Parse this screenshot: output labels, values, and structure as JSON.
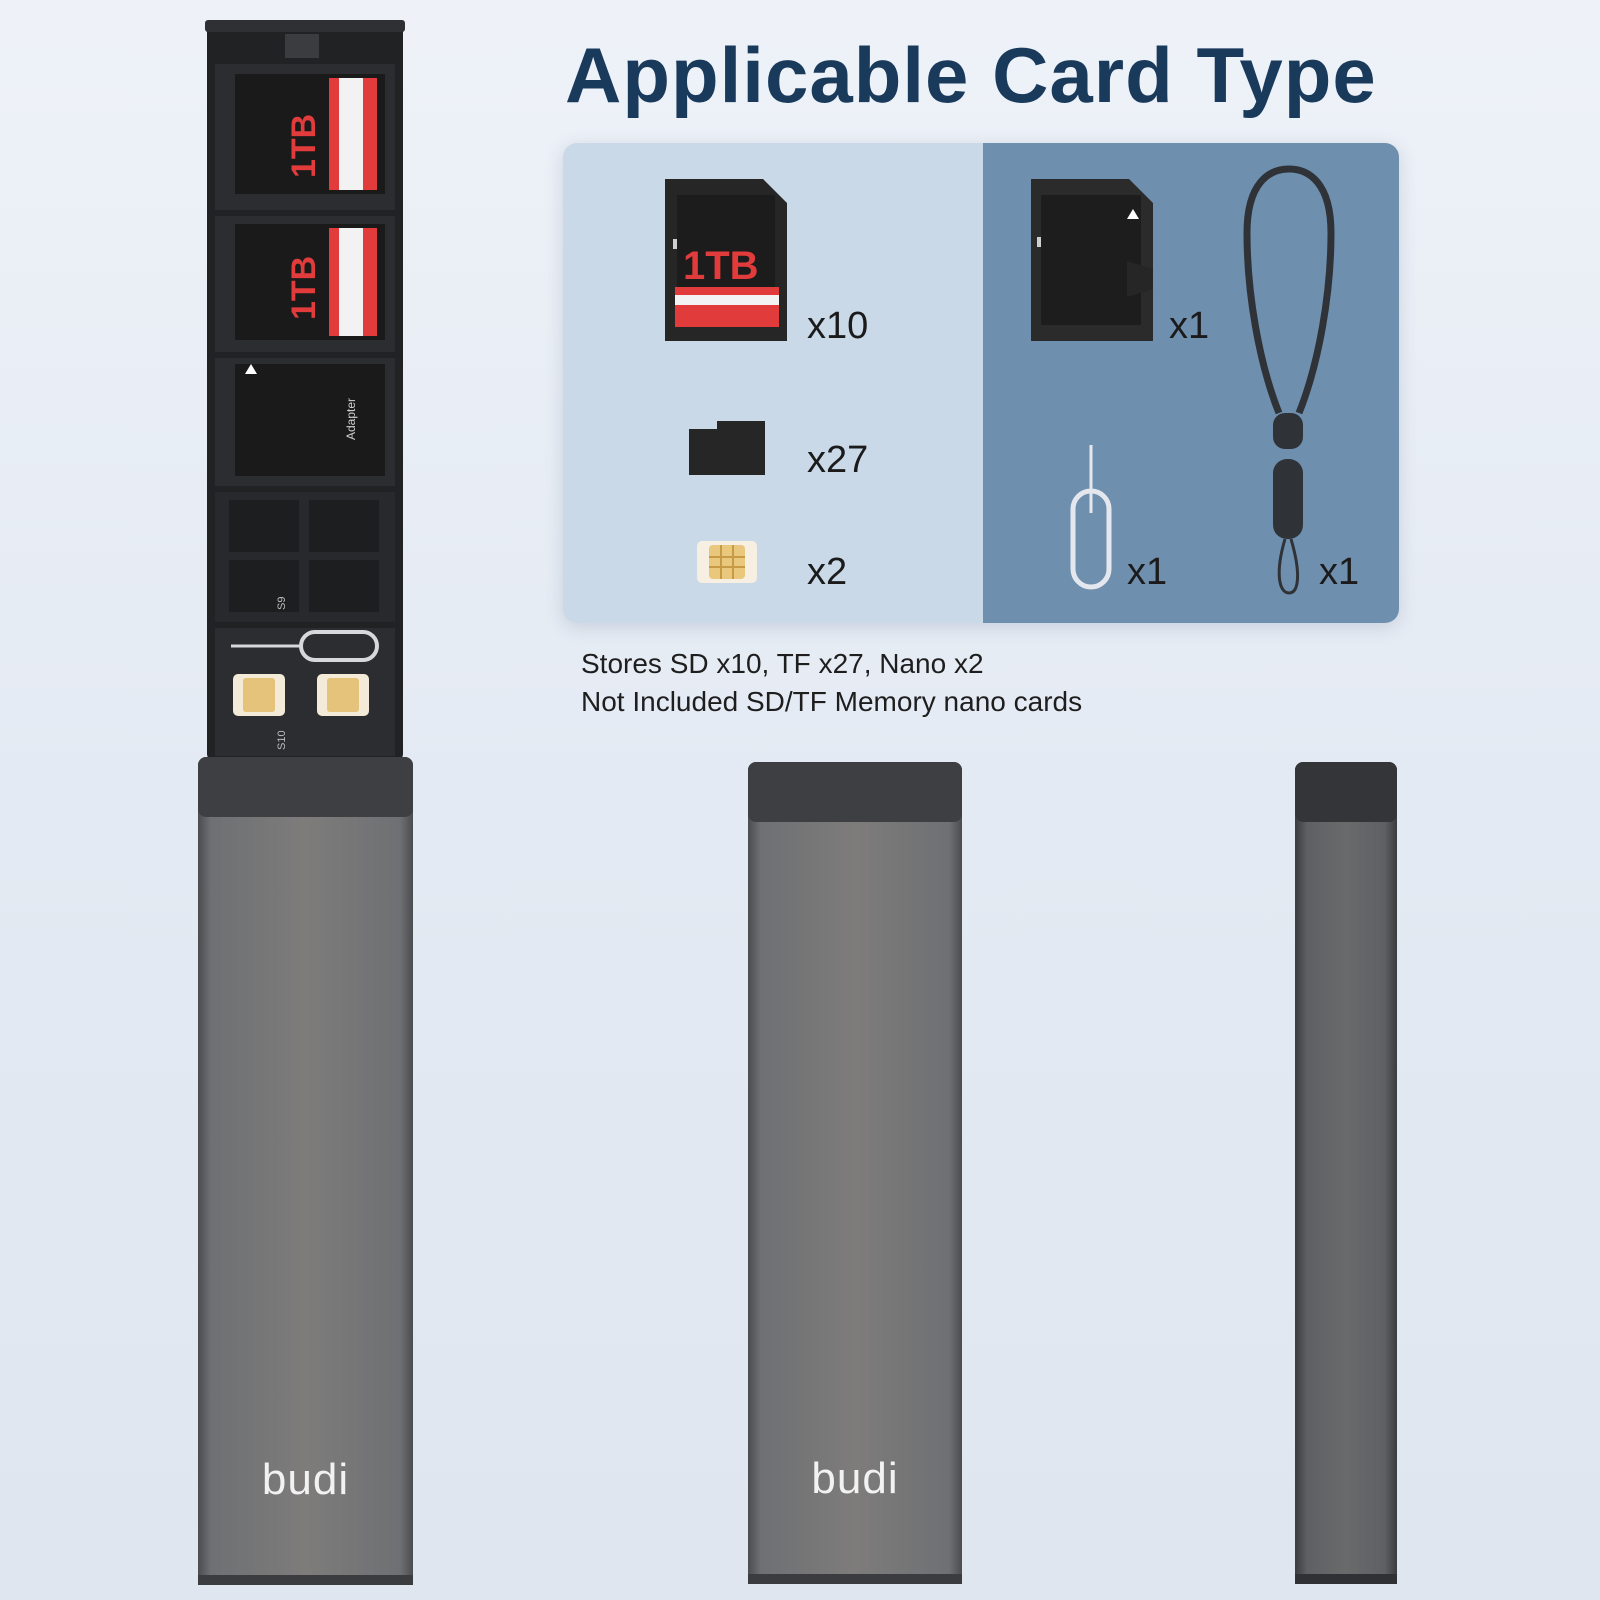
{
  "title": "Applicable Card Type",
  "included_items": [
    {
      "icon": "sd-card-icon",
      "card_label": "1TB",
      "count": "x10"
    },
    {
      "icon": "microsd-card-icon",
      "count": "x27"
    },
    {
      "icon": "nano-sim-card-icon",
      "count": "x2"
    }
  ],
  "accessory_items": [
    {
      "icon": "sd-adapter-icon",
      "count": "x1"
    },
    {
      "icon": "sim-eject-pin-icon",
      "count": "x1"
    },
    {
      "icon": "lanyard-icon",
      "count": "x1"
    }
  ],
  "notes": {
    "line1": "Stores SD x10, TF x27,  Nano x2",
    "line2": "Not Included SD/TF Memory nano cards"
  },
  "open_case": {
    "sd_card_label": "1TB",
    "adapter_label": "Adapter",
    "slot_labels": [
      "S9",
      "S10"
    ]
  },
  "brand": "budi",
  "colors": {
    "title": "#1a3a5c",
    "panel_left": "#c9d9e8",
    "panel_right": "#6f8fae",
    "case_body": "#77797b",
    "sd_stripe_red": "#e03a3a"
  }
}
